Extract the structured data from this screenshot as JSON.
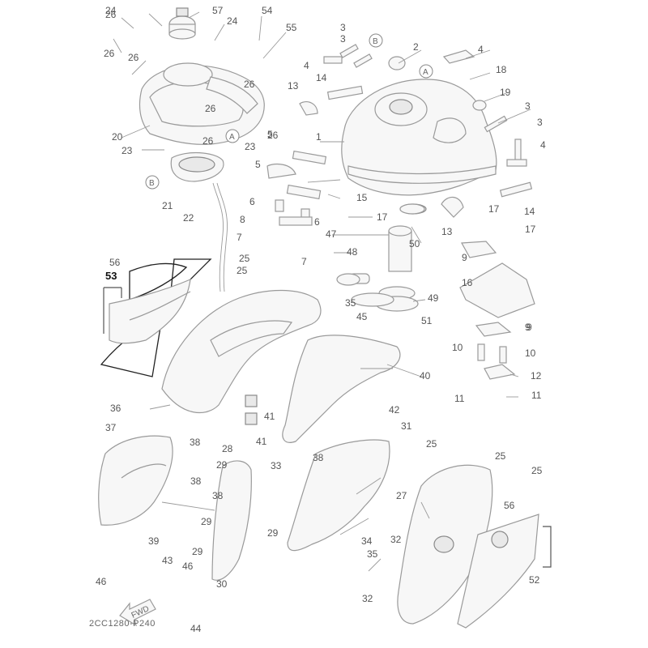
{
  "diagram": {
    "code": "2CC1280-P240",
    "fwd_label": "FWD",
    "circle_refs": [
      "A",
      "B",
      "A",
      "B"
    ],
    "callouts": [
      "24",
      "57",
      "24",
      "54",
      "55",
      "26",
      "26",
      "26",
      "26",
      "26",
      "20",
      "23",
      "26",
      "23",
      "26",
      "13",
      "14",
      "4",
      "3",
      "3",
      "4",
      "2",
      "1",
      "18",
      "19",
      "3",
      "3",
      "4",
      "5",
      "5",
      "6",
      "8",
      "7",
      "7",
      "6",
      "15",
      "17",
      "14",
      "13",
      "50",
      "17",
      "9",
      "17",
      "9",
      "21",
      "22",
      "56",
      "53",
      "25",
      "25",
      "47",
      "48",
      "16",
      "35",
      "45",
      "49",
      "51",
      "9",
      "10",
      "10",
      "12",
      "11",
      "11",
      "40",
      "36",
      "41",
      "41",
      "42",
      "37",
      "38",
      "28",
      "29",
      "38",
      "38",
      "39",
      "29",
      "29",
      "43",
      "46",
      "46",
      "30",
      "44",
      "33",
      "38",
      "31",
      "29",
      "34",
      "35",
      "32",
      "32",
      "25",
      "25",
      "25",
      "27",
      "56",
      "52"
    ]
  }
}
